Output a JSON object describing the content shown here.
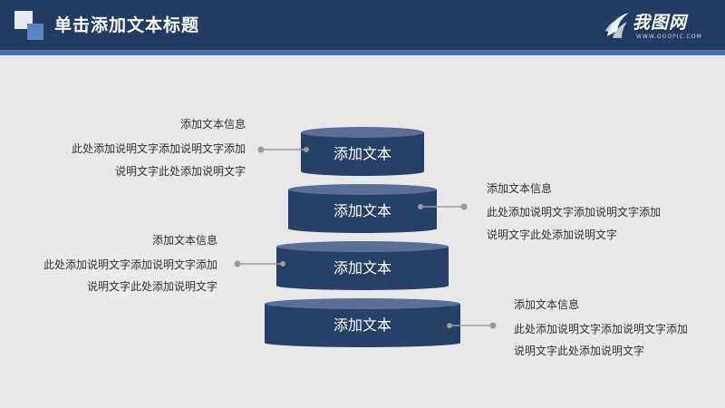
{
  "header": {
    "title": "单击添加文本标题",
    "brand_name": "我图网",
    "brand_url": "WWW.OOOPIC.COM"
  },
  "colors": {
    "header_bg": "#233a61",
    "accent_stripe": "#4f6fa6",
    "disc_body": "#283f66",
    "disc_top": "#5a6f94",
    "connector": "#9a9a9a",
    "background": "#e8e8ea"
  },
  "tiers": [
    {
      "label": "添加文本",
      "note_side": "left",
      "note": {
        "title": "添加文本信息",
        "line1": "此处添加说明文字添加说明文字添加",
        "line2": "说明文字此处添加说明文字"
      }
    },
    {
      "label": "添加文本",
      "note_side": "right",
      "note": {
        "title": "添加文本信息",
        "line1": "此处添加说明文字添加说明文字添加",
        "line2": "说明文字此处添加说明文字"
      }
    },
    {
      "label": "添加文本",
      "note_side": "left",
      "note": {
        "title": "添加文本信息",
        "line1": "此处添加说明文字添加说明文字添加",
        "line2": "说明文字此处添加说明文字"
      }
    },
    {
      "label": "添加文本",
      "note_side": "right",
      "note": {
        "title": "添加文本信息",
        "line1": "此处添加说明文字添加说明文字添加",
        "line2": "说明文字此处添加说明文字"
      }
    }
  ]
}
